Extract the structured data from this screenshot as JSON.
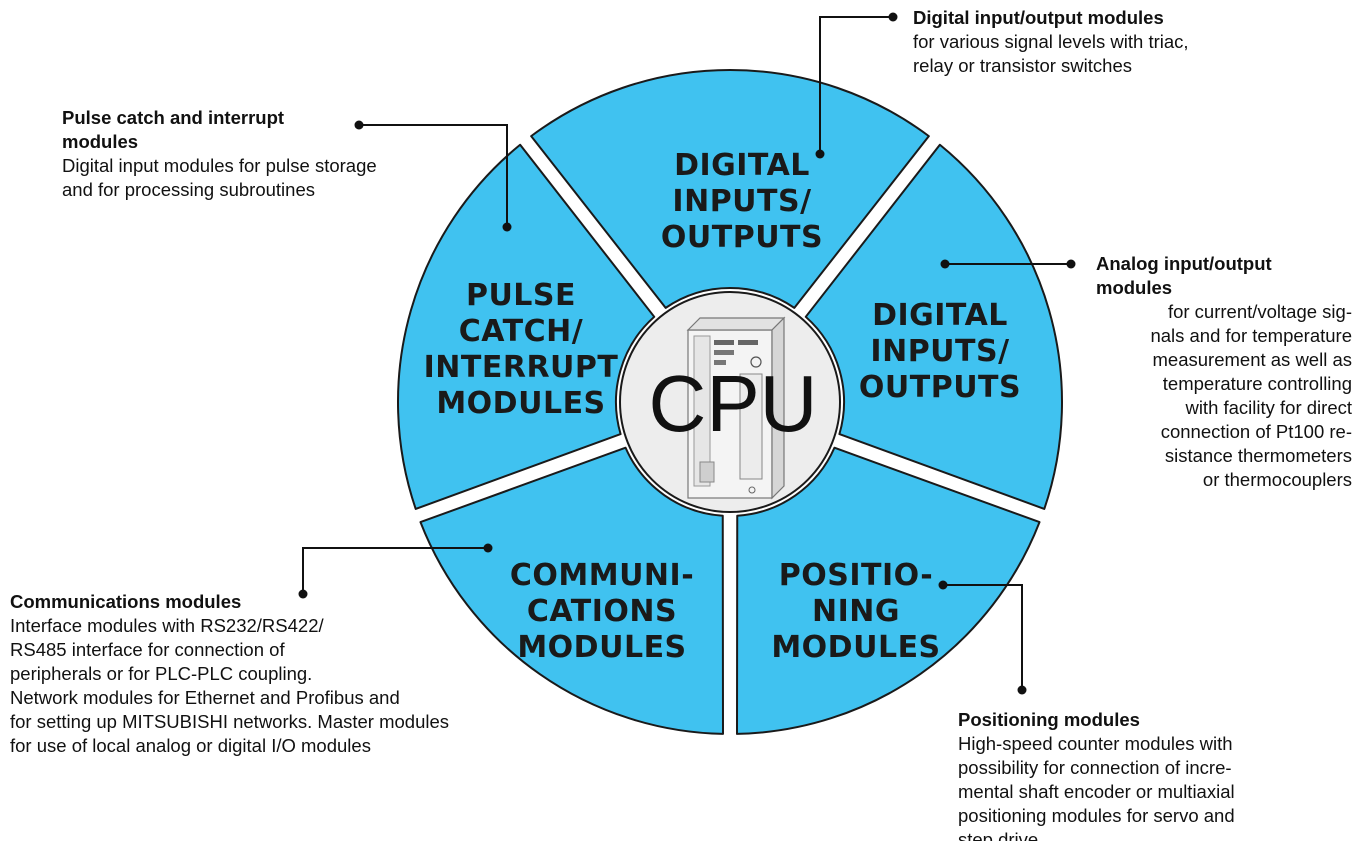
{
  "colors": {
    "segment_fill": "#40c2f0",
    "ring_line": "#1a1a1a",
    "center_fill": "#ededed"
  },
  "segments": [
    {
      "lines": [
        "DIGITAL",
        "INPUTS/",
        "OUTPUTS"
      ]
    },
    {
      "lines": [
        "DIGITAL",
        "INPUTS/",
        "OUTPUTS"
      ]
    },
    {
      "lines": [
        "POSITIO-",
        "NING",
        "MODULES"
      ]
    },
    {
      "lines": [
        "COMMUNI-",
        "CATIONS",
        "MODULES"
      ]
    },
    {
      "lines": [
        "PULSE",
        "CATCH/",
        "INTERRUPT",
        "MODULES"
      ]
    }
  ],
  "center": {
    "label": "CPU",
    "icon": "plc-cpu-module-icon"
  },
  "callouts": {
    "digital_io": {
      "title": "Digital input/output modules",
      "lines": [
        "for various signal levels with triac,",
        "relay or transistor switches"
      ]
    },
    "pulse_catch": {
      "title_lines": [
        "Pulse catch and interrupt",
        "modules"
      ],
      "lines": [
        "Digital input modules for pulse storage",
        "and for processing subroutines"
      ]
    },
    "analog_io": {
      "title_lines": [
        "Analog input/output",
        "modules"
      ],
      "lines": [
        "for current/voltage sig-",
        "nals and for temperature",
        "measurement as well as",
        "temperature controlling",
        "with facility for direct",
        "connection of Pt100 re-",
        "sistance thermometers",
        "or thermocouplers"
      ]
    },
    "communications": {
      "title": "Communications modules",
      "lines": [
        "Interface modules with RS232/RS422/",
        "RS485 interface for connection of",
        "peripherals or for PLC-PLC coupling.",
        "Network modules for Ethernet and Profibus and",
        "for setting up MITSUBISHI networks. Master modules",
        "for use of local analog or digital I/O modules"
      ]
    },
    "positioning": {
      "title": "Positioning modules",
      "lines": [
        "High-speed counter modules with",
        "possibility for connection of incre-",
        "mental shaft encoder or multiaxial",
        "positioning modules for servo and",
        "step drive"
      ]
    }
  }
}
